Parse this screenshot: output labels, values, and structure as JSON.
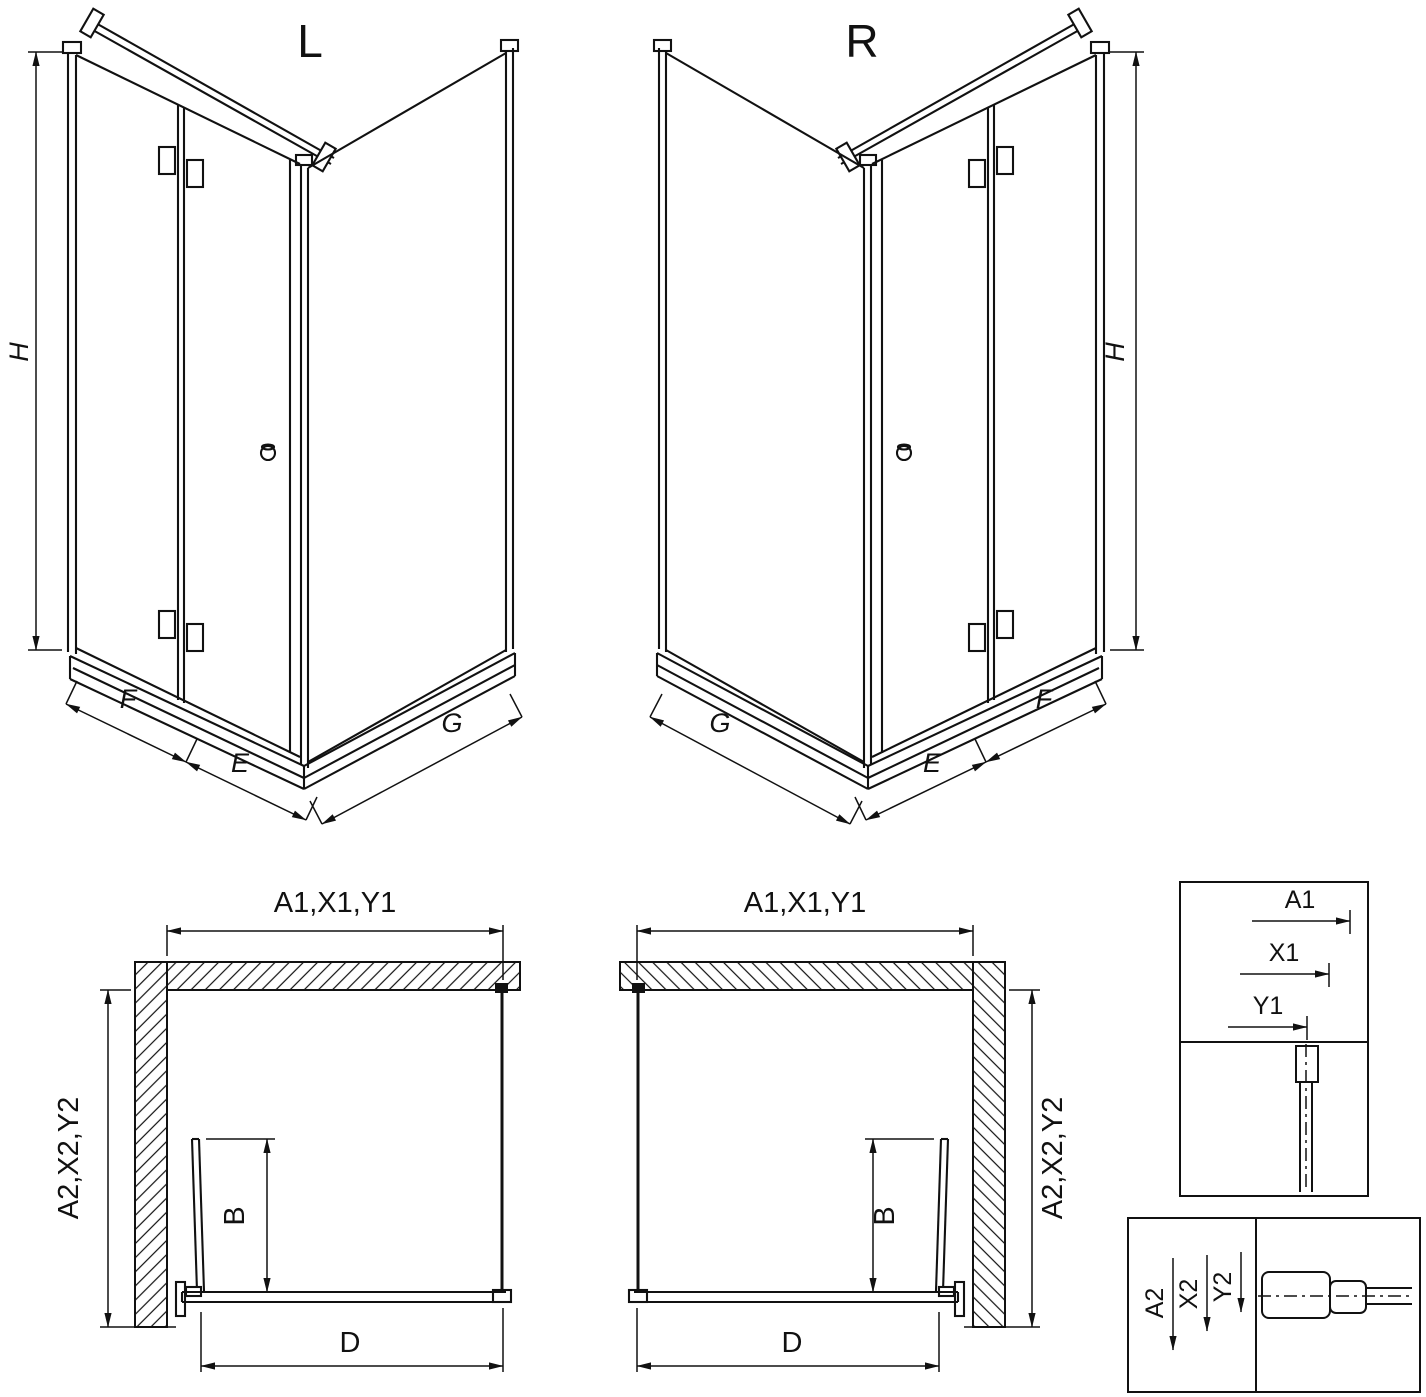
{
  "colors": {
    "background": "#ffffff",
    "line": "#111111"
  },
  "iso_views": {
    "left": {
      "label": "L",
      "height": "H",
      "fold_panel": "F",
      "door_panel": "E",
      "side_panel": "G"
    },
    "right": {
      "label": "R",
      "height": "H",
      "fold_panel": "F",
      "door_panel": "E",
      "side_panel": "G"
    }
  },
  "plan_views": {
    "left": {
      "width_top": "A1,X1,Y1",
      "depth_side": "A2,X2,Y2",
      "door_width": "B",
      "inner_width": "D"
    },
    "right": {
      "width_top": "A1,X1,Y1",
      "depth_side": "A2,X2,Y2",
      "door_width": "B",
      "inner_width": "D"
    }
  },
  "details": {
    "top": {
      "labels": [
        "A1",
        "X1",
        "Y1"
      ]
    },
    "bottom": {
      "labels": [
        "A2",
        "X2",
        "Y2"
      ]
    }
  }
}
